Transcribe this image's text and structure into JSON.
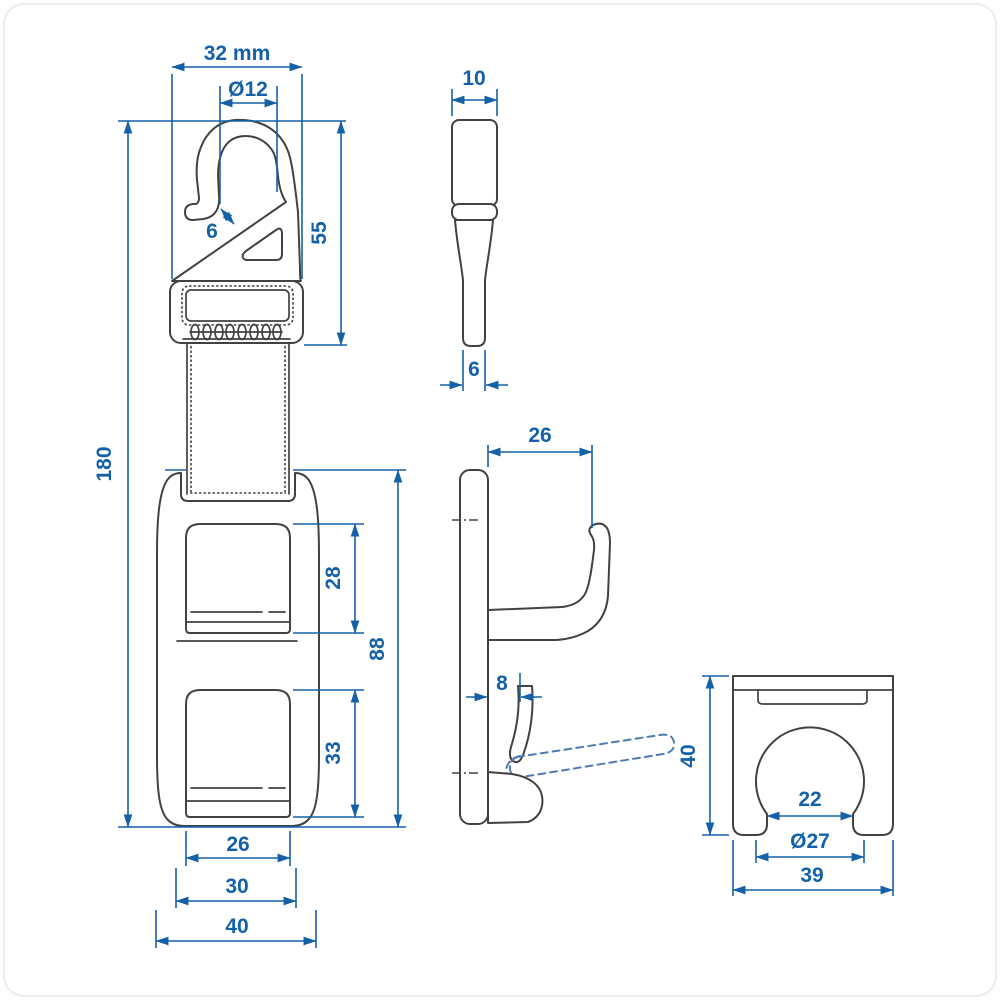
{
  "colors": {
    "dimension_blue": "#1561a8",
    "outline_gray": "#424242",
    "hidden_line_blue": "#4d7cb5",
    "background": "#ffffff"
  },
  "front_view": {
    "total_width": "32 mm",
    "hook_bore": "Ø12",
    "hook_height": "55",
    "hook_gap": "6",
    "total_height": "180",
    "upper_window_height": "28",
    "body_height": "88",
    "lower_window_height": "33",
    "window_width": "26",
    "base_width": "30",
    "max_width": "40"
  },
  "hook_side_view": {
    "top_width": "10",
    "tip_width": "6"
  },
  "clamp_side_view": {
    "hook_depth": "26",
    "catch_gap": "8"
  },
  "bracket_view": {
    "height": "40",
    "slot_width": "22",
    "bore": "Ø27",
    "width": "39"
  }
}
